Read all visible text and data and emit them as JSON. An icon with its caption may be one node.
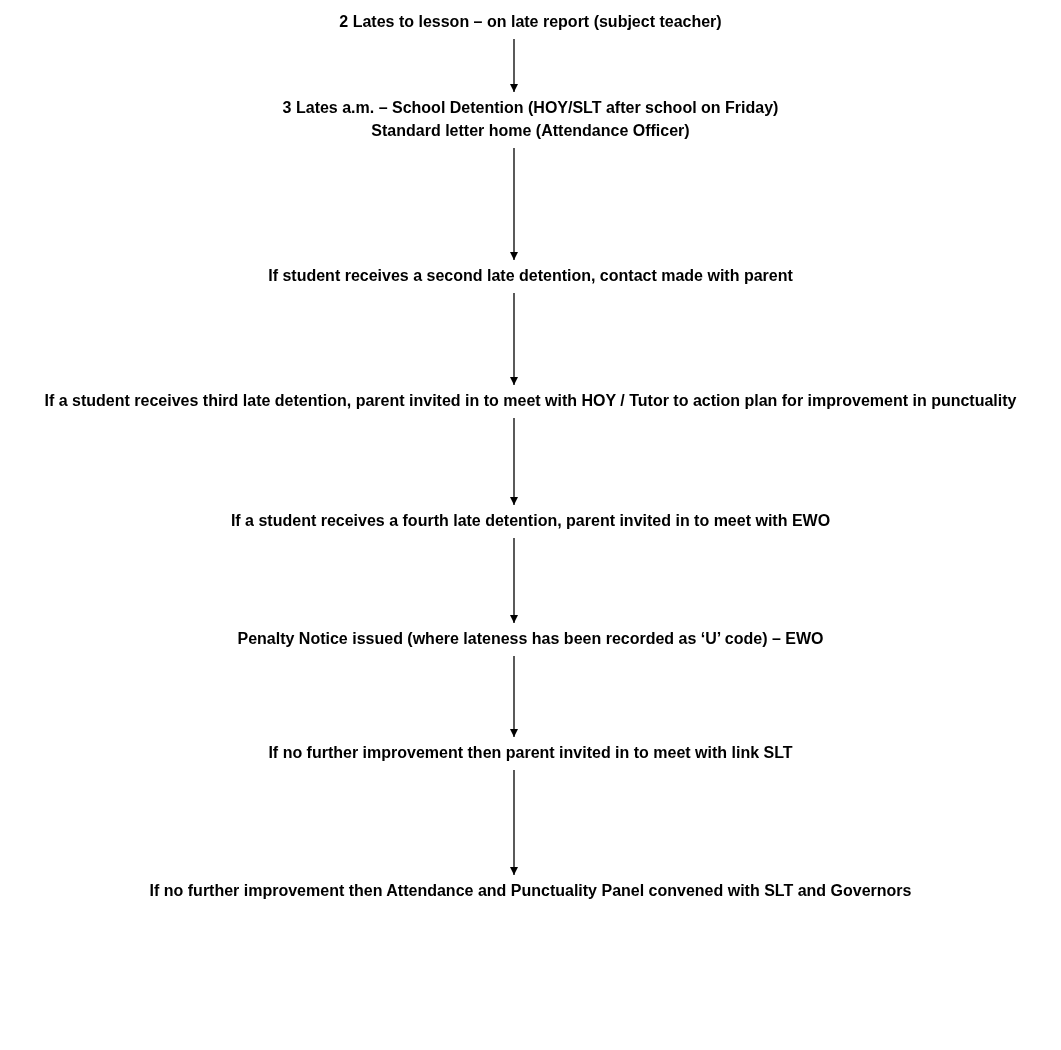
{
  "diagram": {
    "nodes": [
      {
        "text": [
          "2 Lates to lesson – on late report (subject teacher)"
        ]
      },
      {
        "text": [
          "3 Lates a.m. – School Detention (HOY/SLT after school on Friday)",
          "Standard letter home (Attendance Officer)"
        ]
      },
      {
        "text": [
          "If student receives a second late detention, contact made with parent"
        ]
      },
      {
        "text": [
          "If a student receives third late detention, parent invited in to meet with HOY / Tutor to action plan for improvement in punctuality"
        ]
      },
      {
        "text": [
          "If a student receives a fourth late detention, parent invited in to meet with EWO"
        ]
      },
      {
        "text": [
          "Penalty Notice issued (where lateness has been recorded as ‘U’ code) – EWO"
        ]
      },
      {
        "text": [
          "If no further improvement then parent invited in to meet with link SLT"
        ]
      },
      {
        "text": [
          "If no further improvement then Attendance and Punctuality Panel convened with SLT and Governors"
        ]
      }
    ],
    "edges": [
      {
        "from": 0,
        "to": 1,
        "arrow": "to"
      },
      {
        "from": 1,
        "to": 2,
        "arrow": "to"
      },
      {
        "from": 2,
        "to": 3,
        "arrow": "to"
      },
      {
        "from": 3,
        "to": 4,
        "arrow": "to"
      },
      {
        "from": 4,
        "to": 5,
        "arrow": "to"
      },
      {
        "from": 5,
        "to": 6,
        "arrow": "to"
      },
      {
        "from": 6,
        "to": 7,
        "arrow": "to"
      }
    ]
  }
}
